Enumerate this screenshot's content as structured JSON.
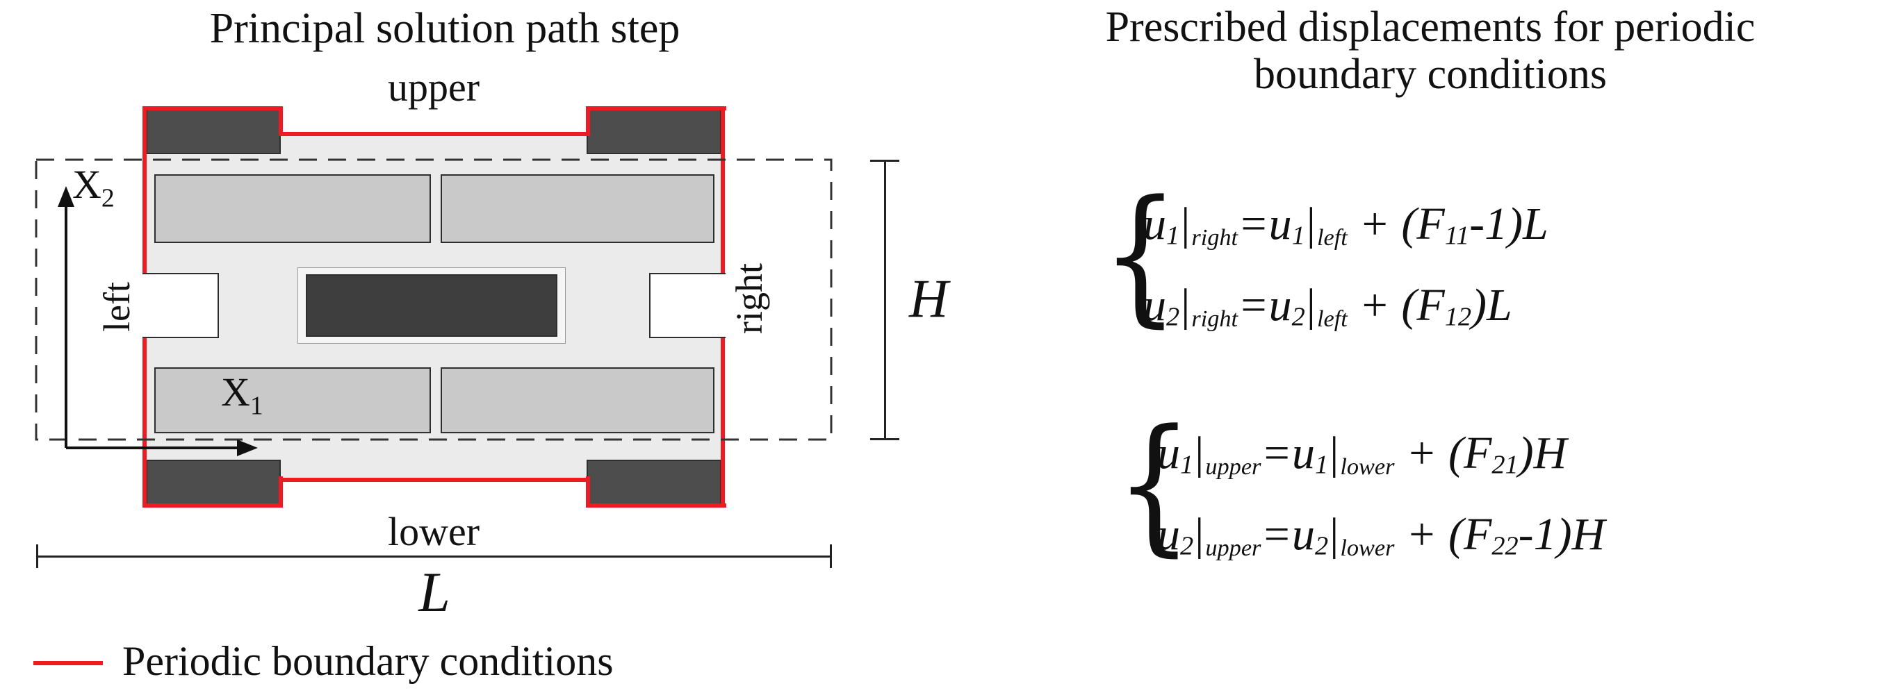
{
  "colors": {
    "pbc_red": "#ed1c24",
    "body_gray": "#ebebeb",
    "brick_gray": "#c9c9c9",
    "dark_brick": "#4d4d4d",
    "center_brick": "#3e3e3e",
    "outline": "#2e2e2e"
  },
  "left_panel": {
    "title": "Principal solution path step",
    "edge_labels": {
      "upper": "upper",
      "lower": "lower",
      "left": "left",
      "right": "right"
    },
    "axis_labels": {
      "x1": {
        "base": "X",
        "sub": "1"
      },
      "x2": {
        "base": "X",
        "sub": "2"
      }
    },
    "dimension_labels": {
      "height": "H",
      "width": "L"
    },
    "legend": {
      "label": "Periodic boundary conditions"
    }
  },
  "right_panel": {
    "title": [
      "Prescribed displacements for periodic",
      "boundary conditions"
    ],
    "equation_blocks": [
      {
        "brace": "{",
        "lines": [
          [
            {
              "t": "u",
              "k": "var"
            },
            {
              "t": "1",
              "k": "sub"
            },
            {
              "t": "|",
              "k": "bar"
            },
            {
              "t": "right",
              "k": "subw"
            },
            {
              "t": "=",
              "k": "var"
            },
            {
              "t": "u",
              "k": "var"
            },
            {
              "t": "1",
              "k": "sub"
            },
            {
              "t": "|",
              "k": "bar"
            },
            {
              "t": "left",
              "k": "subw"
            },
            {
              "t": " + (",
              "k": "var"
            },
            {
              "t": "F",
              "k": "var"
            },
            {
              "t": "11",
              "k": "sub"
            },
            {
              "t": "-1)",
              "k": "var"
            },
            {
              "t": "L",
              "k": "var"
            }
          ],
          [
            {
              "t": "u",
              "k": "var"
            },
            {
              "t": "2",
              "k": "sub"
            },
            {
              "t": "|",
              "k": "bar"
            },
            {
              "t": "right",
              "k": "subw"
            },
            {
              "t": "=",
              "k": "var"
            },
            {
              "t": "u",
              "k": "var"
            },
            {
              "t": "2",
              "k": "sub"
            },
            {
              "t": "|",
              "k": "bar"
            },
            {
              "t": "left",
              "k": "subw"
            },
            {
              "t": " + (",
              "k": "var"
            },
            {
              "t": "F",
              "k": "var"
            },
            {
              "t": "12",
              "k": "sub"
            },
            {
              "t": ")",
              "k": "var"
            },
            {
              "t": "L",
              "k": "var"
            }
          ]
        ]
      },
      {
        "brace": "{",
        "lines": [
          [
            {
              "t": "u",
              "k": "var"
            },
            {
              "t": "1",
              "k": "sub"
            },
            {
              "t": "|",
              "k": "bar"
            },
            {
              "t": "upper",
              "k": "subw"
            },
            {
              "t": "=",
              "k": "var"
            },
            {
              "t": "u",
              "k": "var"
            },
            {
              "t": "1",
              "k": "sub"
            },
            {
              "t": "|",
              "k": "bar"
            },
            {
              "t": "lower",
              "k": "subw"
            },
            {
              "t": " + (",
              "k": "var"
            },
            {
              "t": "F",
              "k": "var"
            },
            {
              "t": "21",
              "k": "sub"
            },
            {
              "t": ")",
              "k": "var"
            },
            {
              "t": "H",
              "k": "var"
            }
          ],
          [
            {
              "t": "u",
              "k": "var"
            },
            {
              "t": "2",
              "k": "sub"
            },
            {
              "t": "|",
              "k": "bar"
            },
            {
              "t": "upper",
              "k": "subw"
            },
            {
              "t": "=",
              "k": "var"
            },
            {
              "t": "u",
              "k": "var"
            },
            {
              "t": "2",
              "k": "sub"
            },
            {
              "t": "|",
              "k": "bar"
            },
            {
              "t": "lower",
              "k": "subw"
            },
            {
              "t": " + (",
              "k": "var"
            },
            {
              "t": "F",
              "k": "var"
            },
            {
              "t": "22",
              "k": "sub"
            },
            {
              "t": "-1)",
              "k": "var"
            },
            {
              "t": "H",
              "k": "var"
            }
          ]
        ]
      }
    ]
  }
}
